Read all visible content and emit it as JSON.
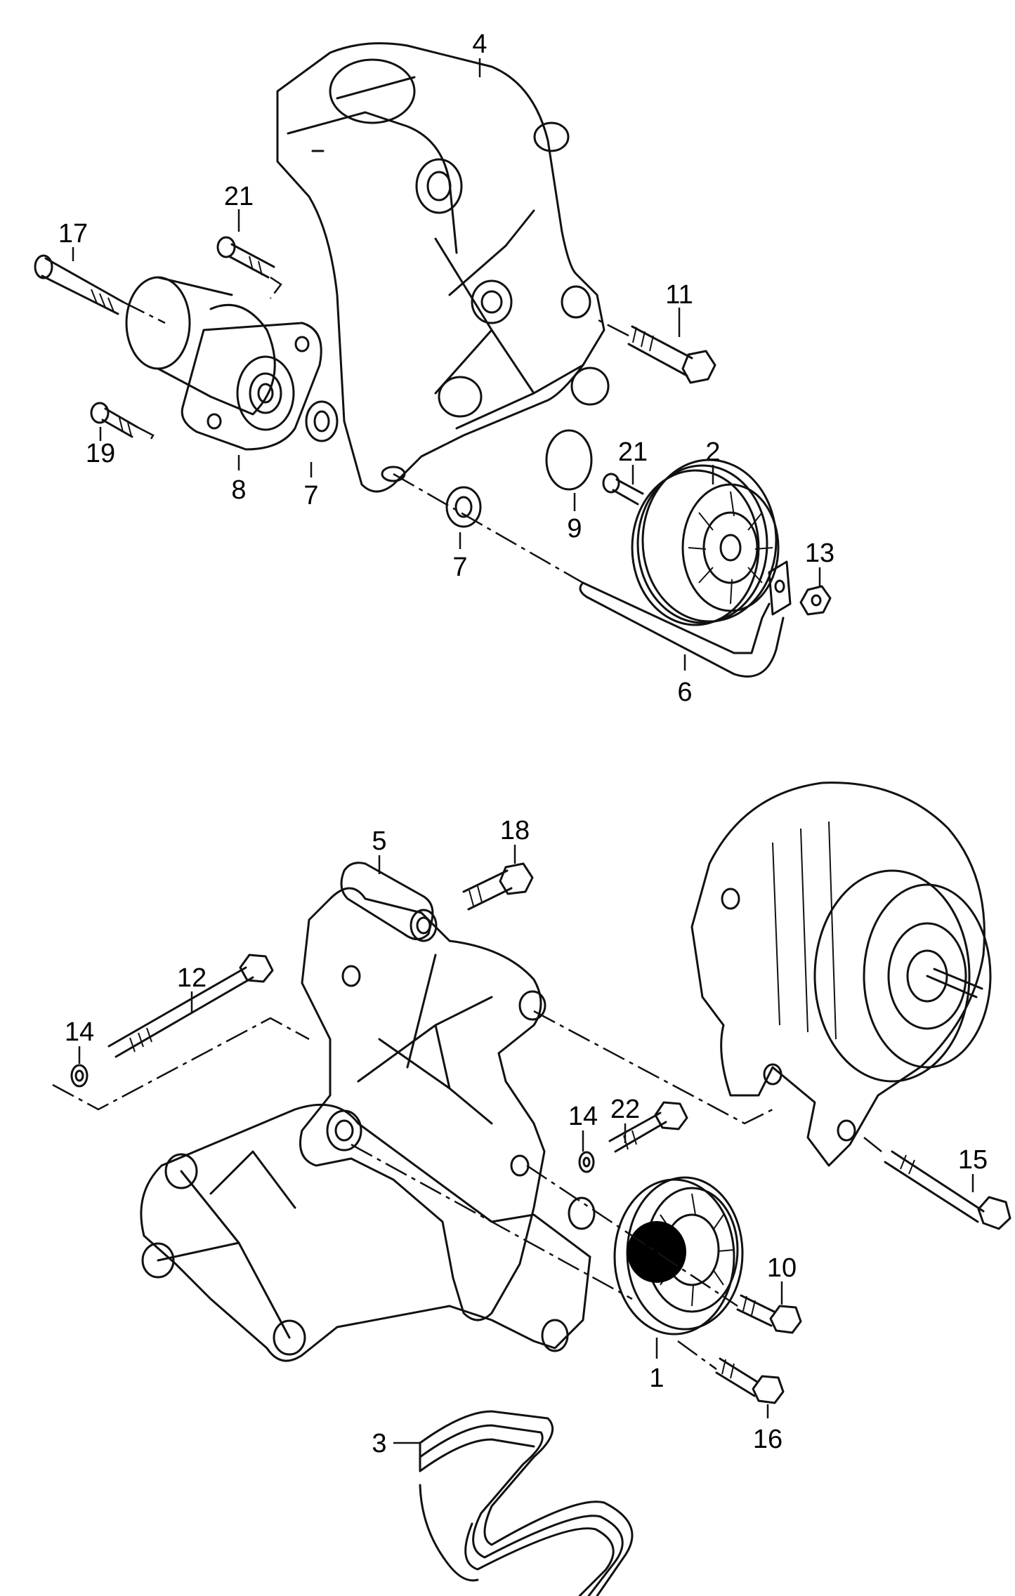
{
  "parts": [
    {
      "id": "p1",
      "label": "1"
    },
    {
      "id": "p2",
      "label": "2"
    },
    {
      "id": "p3",
      "label": "3"
    },
    {
      "id": "p4",
      "label": "4"
    },
    {
      "id": "p5",
      "label": "5"
    },
    {
      "id": "p6",
      "label": "6"
    },
    {
      "id": "p7a",
      "label": "7"
    },
    {
      "id": "p7b",
      "label": "7"
    },
    {
      "id": "p8",
      "label": "8"
    },
    {
      "id": "p9",
      "label": "9"
    },
    {
      "id": "p10",
      "label": "10"
    },
    {
      "id": "p11",
      "label": "11"
    },
    {
      "id": "p12",
      "label": "12"
    },
    {
      "id": "p13",
      "label": "13"
    },
    {
      "id": "p14a",
      "label": "14"
    },
    {
      "id": "p14b",
      "label": "14"
    },
    {
      "id": "p15",
      "label": "15"
    },
    {
      "id": "p16",
      "label": "16"
    },
    {
      "id": "p17",
      "label": "17"
    },
    {
      "id": "p18",
      "label": "18"
    },
    {
      "id": "p19",
      "label": "19"
    },
    {
      "id": "p21a",
      "label": "21"
    },
    {
      "id": "p21b",
      "label": "21"
    },
    {
      "id": "p22",
      "label": "22"
    }
  ]
}
